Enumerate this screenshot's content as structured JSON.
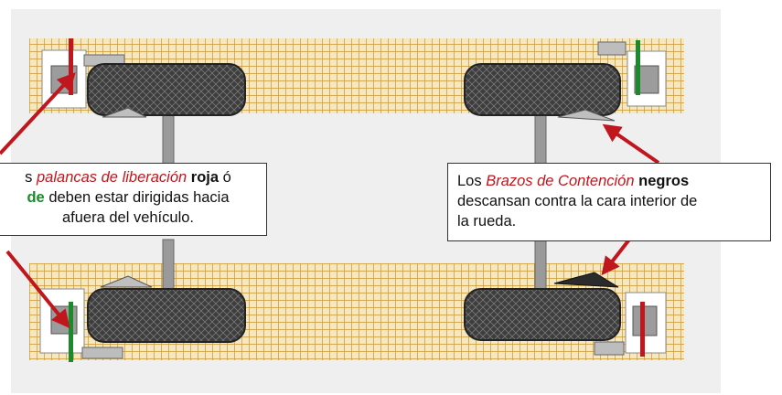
{
  "colors": {
    "background": "#efefef",
    "grid_fill": "#f5e7c2",
    "grid_line": "#c9962c",
    "tire": "#3a3a3a",
    "arrow": "#c0161d",
    "lever_red": "#c0161d",
    "lever_green": "#1b8a2a"
  },
  "icons": [
    "wheel-dolly-icon",
    "tire-icon",
    "axle-icon",
    "release-lever-icon",
    "containment-arm-icon",
    "arrow-icon"
  ],
  "callout_left": {
    "part1": "s ",
    "part2": "palancas de liberación",
    "part3": " ",
    "part4": "roja",
    "part5": " ó",
    "part6": "de",
    "part7": " deben estar dirigidas hacia",
    "part8": "afuera del vehículo."
  },
  "callout_right": {
    "part1": "Los ",
    "part2": "Brazos de Contención",
    "part3": " ",
    "part4": "negros",
    "part5": "descansan contra la cara interior de",
    "part6": "la rueda."
  }
}
